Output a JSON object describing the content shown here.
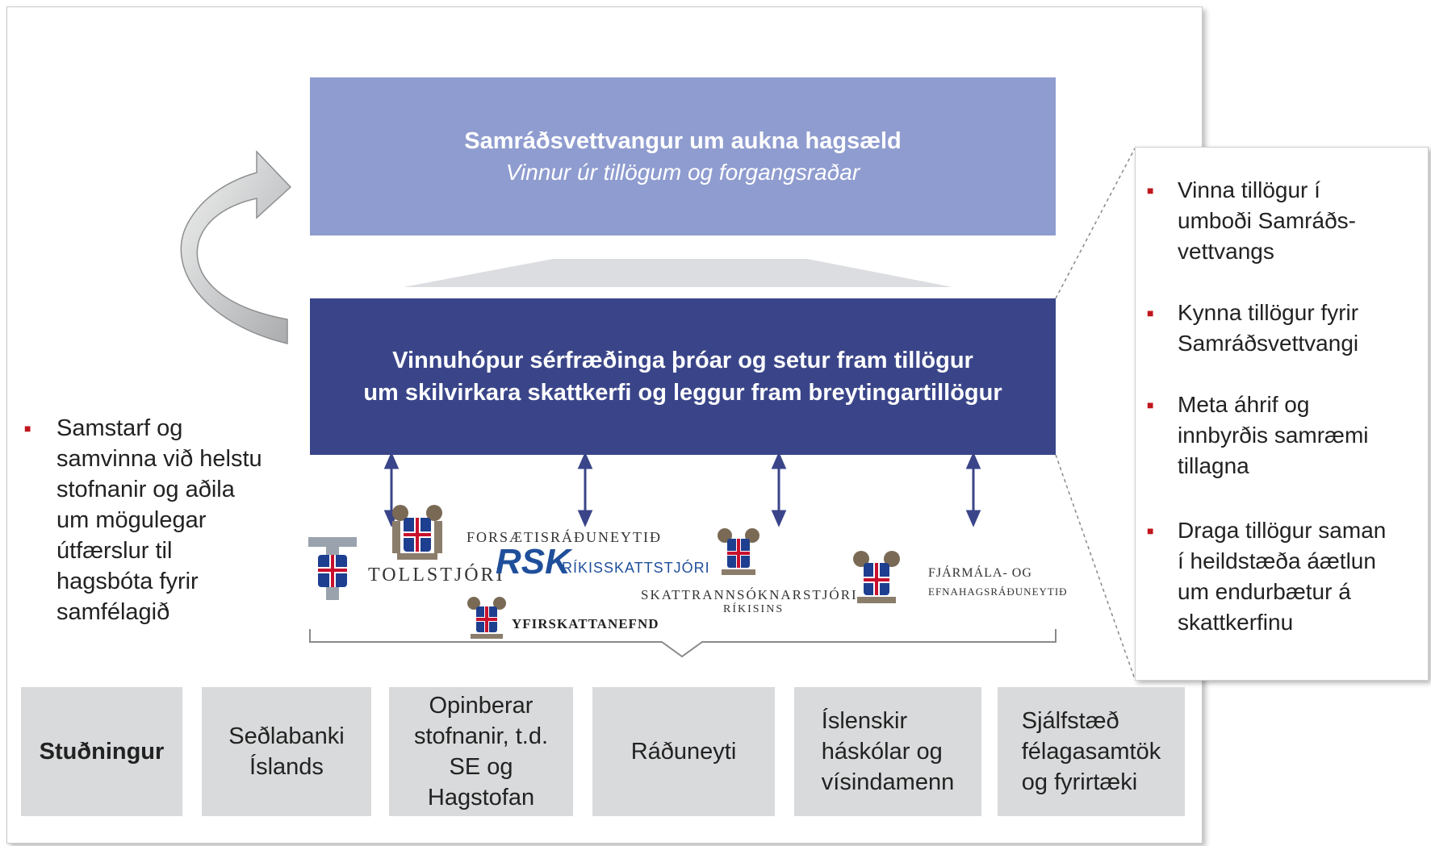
{
  "forum": {
    "title": "Samráðsvettvangur um aukna hagsæld",
    "subtitle": "Vinnur úr tillögum og forgangsraðar"
  },
  "working_group": {
    "line1": "Vinnuhópur sérfræðinga þróar og setur fram tillögur",
    "line2": "um skilvirkara skattkerfi og leggur fram breytingartillögur"
  },
  "left_bullet": {
    "lines": [
      "Samstarf og",
      "samvinna við helstu",
      "stofnanir og aðila",
      "um mögulegar",
      "útfærslur til",
      "hagsbóta fyrir",
      "samfélagið"
    ]
  },
  "right_panel": {
    "items": [
      {
        "lines": [
          "Vinna tillögur í",
          "umboði Samráðs-",
          "vettvangs"
        ]
      },
      {
        "lines": [
          "Kynna tillögur fyrir",
          "Samráðsvettvangi"
        ]
      },
      {
        "lines": [
          "Meta áhrif og",
          "innbyrðis samræmi",
          "tillagna"
        ]
      },
      {
        "lines": [
          "Draga tillögur saman",
          "í heildstæða áætlun",
          "um endurbætur á",
          "skattkerfinu"
        ]
      }
    ]
  },
  "logos": {
    "tollstjori": "TOLLSTJÓRI",
    "forsaetis": "FORSÆTISRÁÐUNEYTIÐ",
    "rsk": "RSK",
    "rikisskattstjori": "RÍKISSKATTSTJÓRI",
    "skattrannsokn_1": "SKATTRANNSÓKNARSTJÓRI",
    "skattrannsokn_2": "RÍKISINS",
    "yfirskattanefnd": "YFIRSKATTANEFND",
    "fjarmala_1": "FJÁRMÁLA- OG",
    "fjarmala_2": "EFNAHAGSRÁÐUNEYTIÐ"
  },
  "support": {
    "label": "Stuðningur",
    "boxes": [
      {
        "lines": [
          "Seðlabanki",
          "Íslands"
        ]
      },
      {
        "lines": [
          "Opinberar",
          "stofnanir, t.d.",
          "SE og",
          "Hagstofan"
        ]
      },
      {
        "lines": [
          "Ráðuneyti"
        ]
      },
      {
        "lines": [
          "Íslenskir",
          "háskólar og",
          "vísindamenn"
        ]
      },
      {
        "lines": [
          "Sjálfstæð",
          "félagasamtök",
          "og fyrirtæki"
        ]
      }
    ]
  },
  "colors": {
    "forum_box": "#8f9ccf",
    "working_group_box": "#3a4589",
    "support_box": "#d9dadb",
    "bullet": "#c0161c",
    "arrow": "#3a4589",
    "rsk_blue": "#1f4f9b"
  }
}
